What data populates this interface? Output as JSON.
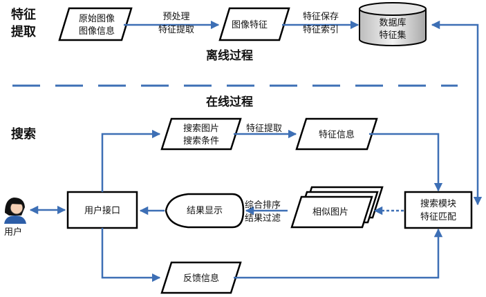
{
  "sections": {
    "feature_extraction_line1": "特征",
    "feature_extraction_line2": "提取",
    "offline": "离线过程",
    "online": "在线过程",
    "search": "搜索"
  },
  "nodes": {
    "original_image_l1": "原始图像",
    "original_image_l2": "图像信息",
    "image_feature": "图像特征",
    "database_l1": "数据库",
    "database_l2": "特征集",
    "search_image_l1": "搜索图片",
    "search_image_l2": "搜索条件",
    "feature_info": "特征信息",
    "user_interface": "用户接口",
    "result_display": "结果显示",
    "similar_images": "相似图片",
    "search_module_l1": "搜索模块",
    "search_module_l2": "特征匹配",
    "feedback": "反馈信息",
    "user": "用户"
  },
  "edge_labels": {
    "preprocess_l1": "预处理",
    "preprocess_l2": "特征提取",
    "save_l1": "特征保存",
    "save_l2": "特征索引",
    "extract": "特征提取",
    "rank_l1": "综合排序",
    "rank_l2": "结果过滤"
  },
  "colors": {
    "arrow": "#3d6fb5",
    "outline": "#000000",
    "db_gray": "#d9d9d9"
  }
}
